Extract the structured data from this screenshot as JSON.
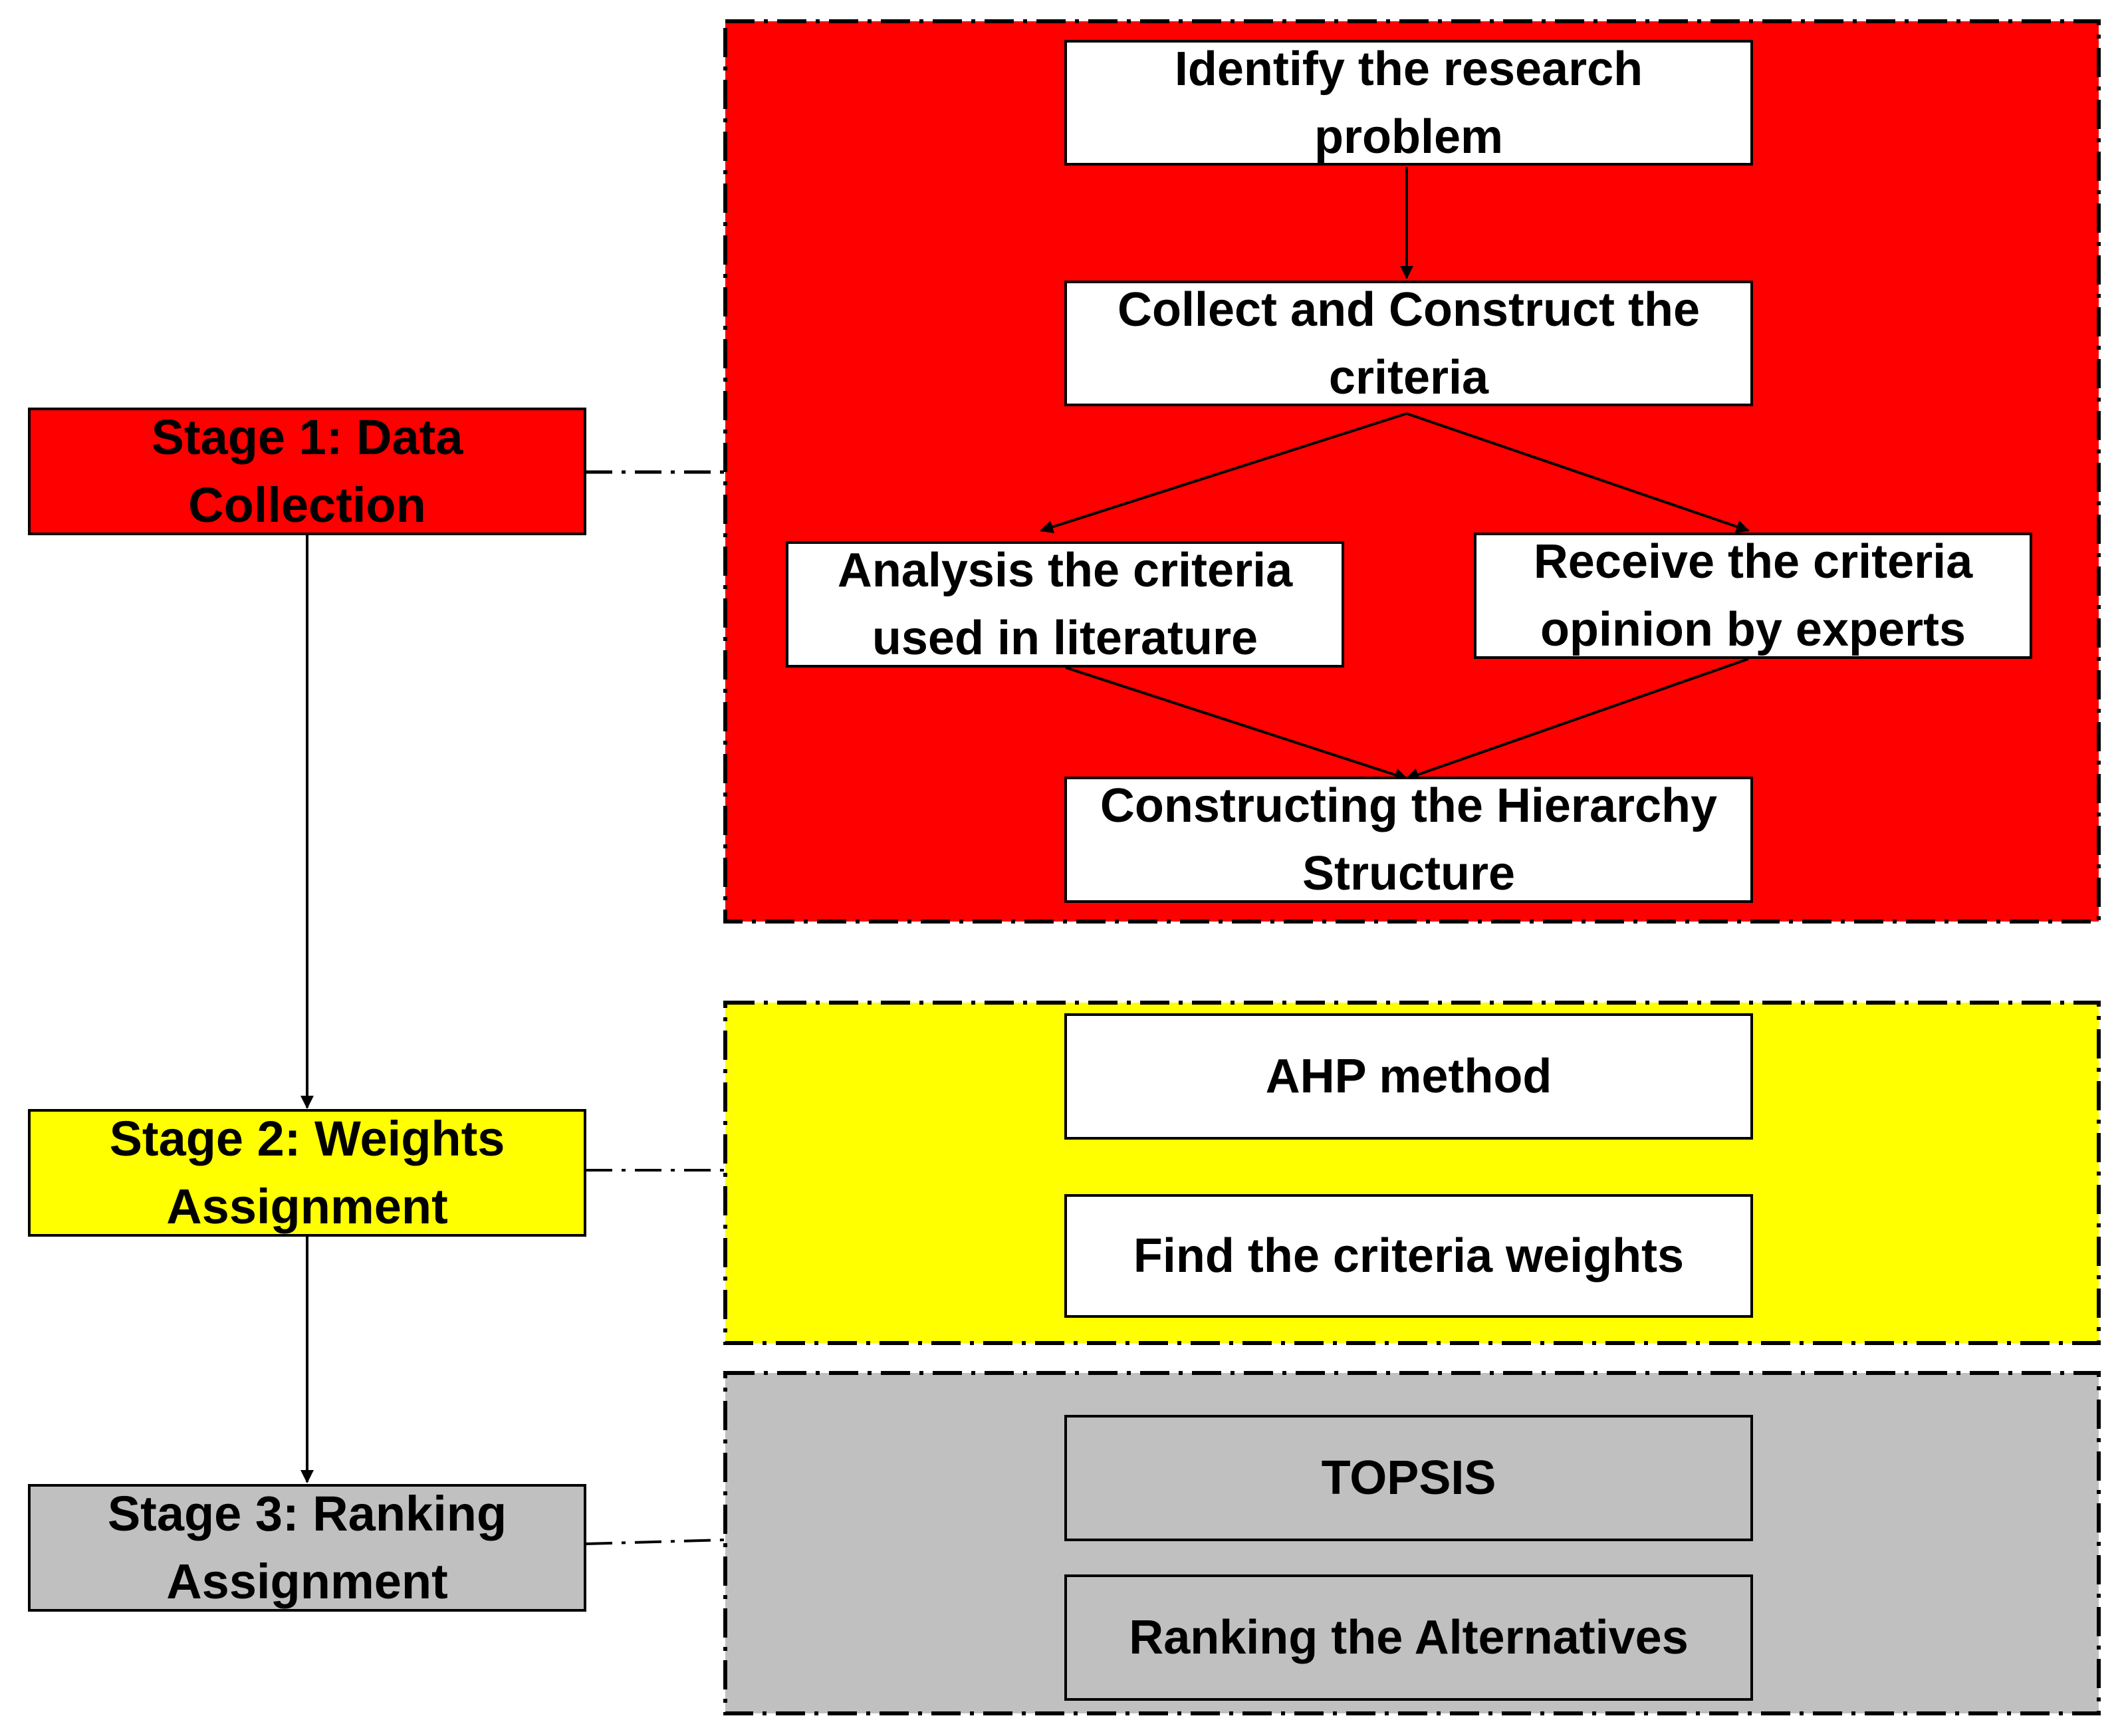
{
  "colors": {
    "stage1": "#ff0000",
    "stage2": "#ffff00",
    "stage3": "#c0c0c0",
    "box": "#ffffff",
    "line": "#000000"
  },
  "stages": [
    {
      "label": "Stage 1: Data\nCollection",
      "color": "#ff0000"
    },
    {
      "label": "Stage 2: Weights\nAssignment",
      "color": "#ffff00"
    },
    {
      "label": "Stage 3: Ranking\nAssignment",
      "color": "#c0c0c0"
    }
  ],
  "stage1_steps": {
    "identify": "Identify the research\nproblem",
    "collect": "Collect and Construct the\ncriteria",
    "analysis": "Analysis the criteria\nused in literature",
    "receive": "Receive the criteria\nopinion by experts",
    "constructing": "Constructing the Hierarchy\nStructure"
  },
  "stage2_steps": {
    "ahp": "AHP method",
    "find_weights": "Find the criteria weights"
  },
  "stage3_steps": {
    "topsis": "TOPSIS",
    "ranking": "Ranking the Alternatives"
  }
}
